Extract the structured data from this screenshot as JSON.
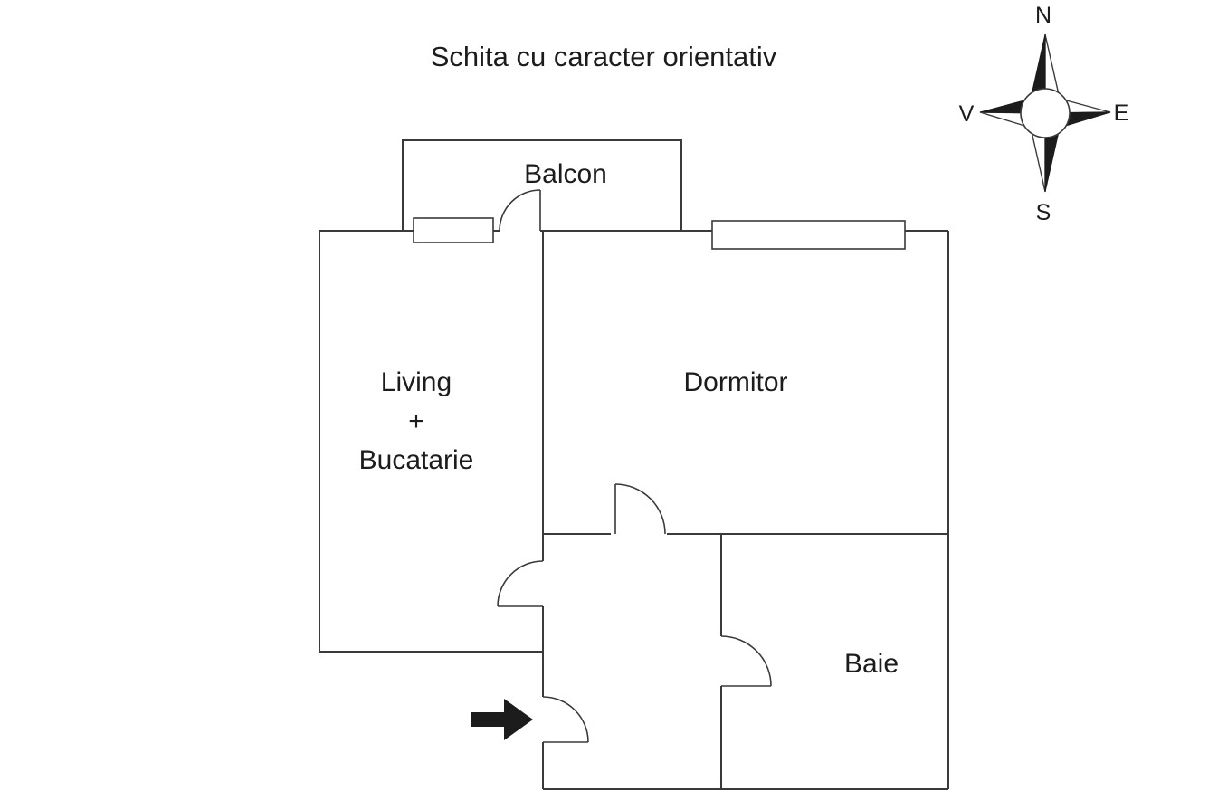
{
  "title": "Schita cu caracter orientativ",
  "colors": {
    "ink": "#1c1c1c",
    "wall_line": "#3a3a3a",
    "background": "#ffffff"
  },
  "compass": {
    "north": "N",
    "east": "E",
    "south": "S",
    "west": "V"
  },
  "rooms": {
    "balcon": {
      "label": "Balcon"
    },
    "living": {
      "label_lines": [
        "Living",
        "+",
        "Bucatarie"
      ]
    },
    "dormitor": {
      "label": "Dormitor"
    },
    "baie": {
      "label": "Baie"
    }
  }
}
